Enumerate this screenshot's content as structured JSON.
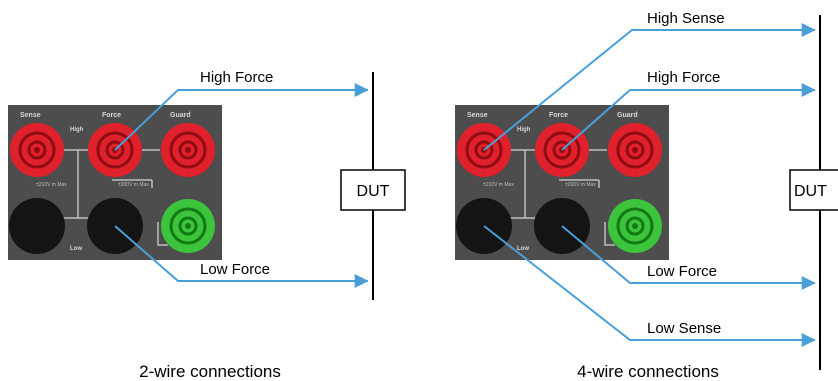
{
  "colors": {
    "wire": "#4a9fd8",
    "panel": "#4d4d4d",
    "jack_red": "#e0202a",
    "jack_green": "#3cc43c",
    "jack_black": "#141414"
  },
  "panel_labels": {
    "sense": "Sense",
    "force": "Force",
    "guard": "Guard",
    "high": "High",
    "low": "Low",
    "max1": "±210V m Max",
    "max2": "±200V m Max"
  },
  "two_wire": {
    "caption": "2-wire connections",
    "dut": "DUT",
    "wires": {
      "high_force": "High Force",
      "low_force": "Low Force"
    }
  },
  "four_wire": {
    "caption": "4-wire connections",
    "dut": "DUT",
    "wires": {
      "high_sense": "High Sense",
      "high_force": "High Force",
      "low_force": "Low Force",
      "low_sense": "Low Sense"
    }
  }
}
